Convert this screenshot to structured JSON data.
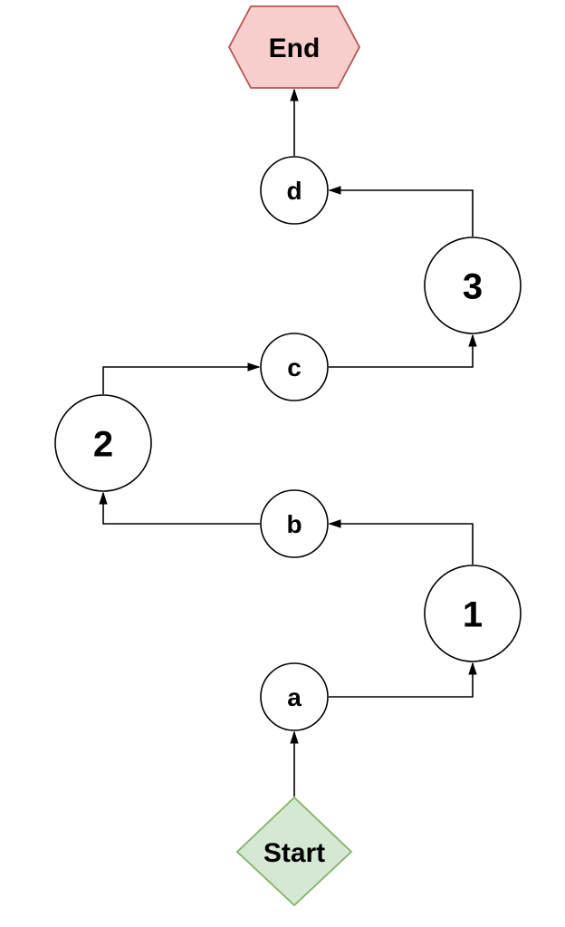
{
  "diagram": {
    "kind": "flowchart",
    "background": "#ffffff",
    "colors": {
      "edge": "#000000",
      "process_fill": "#ffffff",
      "process_stroke": "#000000",
      "start_fill": "#d5e8d4",
      "start_stroke": "#82b366",
      "end_fill": "#f8cecc",
      "end_stroke": "#b85450",
      "label": "#000000"
    },
    "nodes": {
      "start": {
        "label": "Start",
        "shape": "diamond"
      },
      "a": {
        "label": "a",
        "shape": "circle-small"
      },
      "n1": {
        "label": "1",
        "shape": "circle-large"
      },
      "b": {
        "label": "b",
        "shape": "circle-small"
      },
      "n2": {
        "label": "2",
        "shape": "circle-large"
      },
      "c": {
        "label": "c",
        "shape": "circle-small"
      },
      "n3": {
        "label": "3",
        "shape": "circle-large"
      },
      "d": {
        "label": "d",
        "shape": "circle-small"
      },
      "end": {
        "label": "End",
        "shape": "hexagon"
      }
    },
    "edges": [
      {
        "from": "Start",
        "to": "a"
      },
      {
        "from": "a",
        "to": "1"
      },
      {
        "from": "1",
        "to": "b"
      },
      {
        "from": "b",
        "to": "2"
      },
      {
        "from": "2",
        "to": "c"
      },
      {
        "from": "c",
        "to": "3"
      },
      {
        "from": "3",
        "to": "d"
      },
      {
        "from": "d",
        "to": "End"
      }
    ]
  }
}
